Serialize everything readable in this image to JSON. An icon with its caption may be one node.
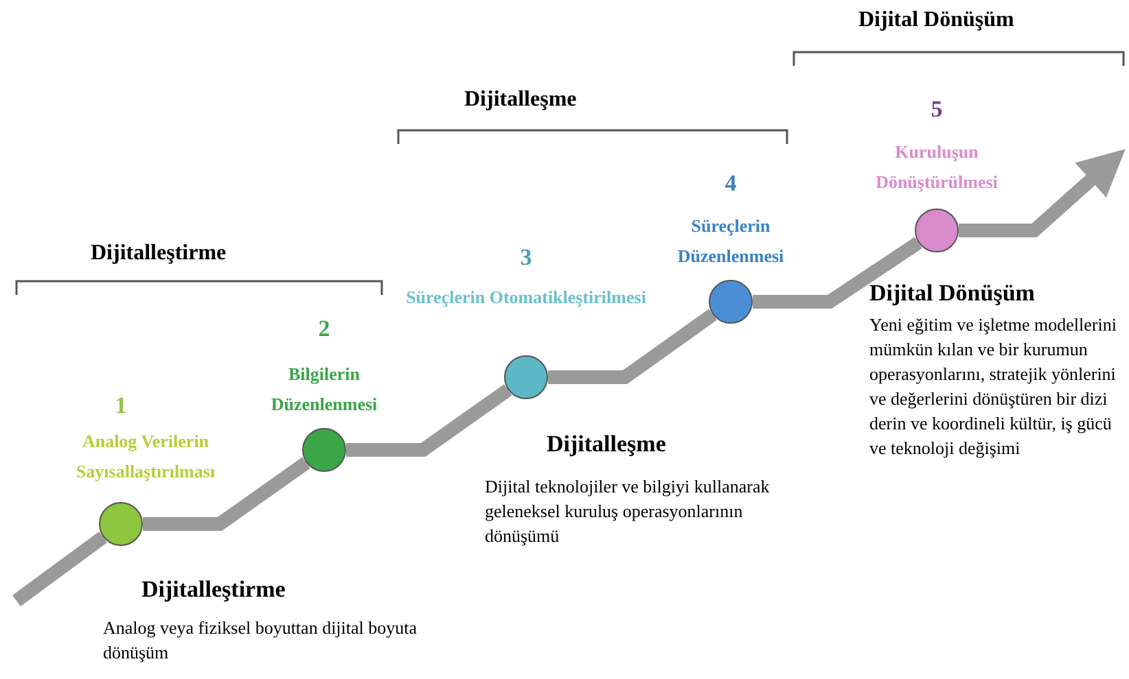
{
  "diagram": {
    "nodes": [
      {
        "text": [],
        "shape": "circle",
        "beside": [
          "1",
          "Analog Verilerin Sayısallaştırılması"
        ]
      },
      {
        "text": [],
        "shape": "circle",
        "beside": [
          "2",
          "Bilgilerin Düzenlenmesi"
        ]
      },
      {
        "text": [],
        "shape": "circle",
        "beside": [
          "3",
          "Süreçlerin Otomatikleştirilmesi"
        ]
      },
      {
        "text": [],
        "shape": "circle",
        "beside": [
          "4",
          "Süreçlerin Düzenlenmesi"
        ]
      },
      {
        "text": [],
        "shape": "circle",
        "beside": [
          "5",
          "Kuruluşun Dönüştürülmesi"
        ]
      }
    ],
    "edges": [
      {
        "from": null,
        "to": 0,
        "arrow": "none"
      },
      {
        "from": 0,
        "to": 1,
        "arrow": "none"
      },
      {
        "from": 1,
        "to": 2,
        "arrow": "none"
      },
      {
        "from": 2,
        "to": 3,
        "arrow": "none"
      },
      {
        "from": 3,
        "to": 4,
        "arrow": "none"
      },
      {
        "from": 4,
        "to": null,
        "arrow": "to"
      }
    ],
    "labels": [
      "Dijital Dönüşüm",
      "Dijitalleşme",
      "Dijitalleştirme",
      "Dijital Dönüşüm",
      "Yeni eğitim ve işletme modellerini mümkün kılan ve bir kurumun operasyonlarını, stratejik yönlerini ve değerlerini dönüştüren bir dizi derin ve koordineli kültür, iş gücü ve teknoloji değişimi",
      "Dijitalleşme",
      "Dijital teknolojiler ve bilgiyi kullanarak geleneksel kuruluş operasyonlarının dönüşümü",
      "Dijitalleştirme",
      "Analog veya fiziksel boyuttan dijital boyuta dönüşüm"
    ]
  }
}
